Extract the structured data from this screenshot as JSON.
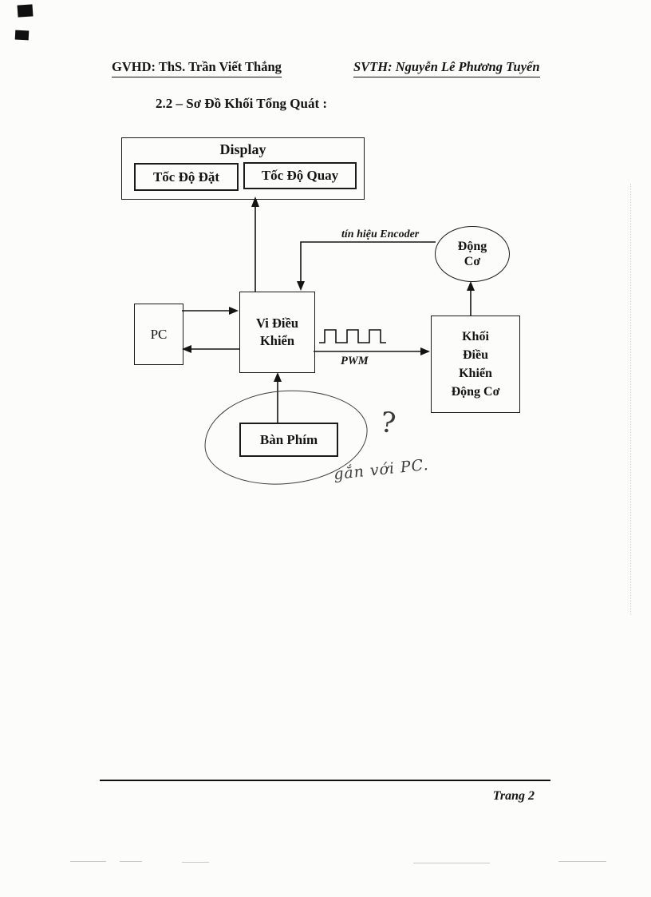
{
  "header": {
    "left": "GVHD: ThS. Trần Viết Thắng",
    "right": "SVTH: Nguyễn Lê Phương Tuyến"
  },
  "section_title": "2.2 – Sơ Đồ Khối Tổng Quát :",
  "diagram": {
    "display": {
      "title": "Display",
      "boxes": [
        "Tốc Độ Đặt",
        "Tốc Độ Quay"
      ]
    },
    "motor": {
      "lines": [
        "Động",
        "Cơ"
      ]
    },
    "encoder_label": "tín hiệu Encoder",
    "pc": {
      "label": "PC"
    },
    "mcu": {
      "lines": [
        "Vi Điều",
        "Khiển"
      ]
    },
    "pwm_label": "PWM",
    "driver": {
      "lines": [
        "Khối",
        "Điều",
        "Khiển",
        "Động Cơ"
      ]
    },
    "keyboard": {
      "label": "Bàn Phím"
    },
    "annotation": {
      "question_mark": "?",
      "note": "gắn với PC."
    }
  },
  "footer": {
    "page_label": "Trang 2"
  },
  "colors": {
    "ink": "#141414",
    "handwriting": "#3a3a3a",
    "paper": "#fcfcfa"
  }
}
